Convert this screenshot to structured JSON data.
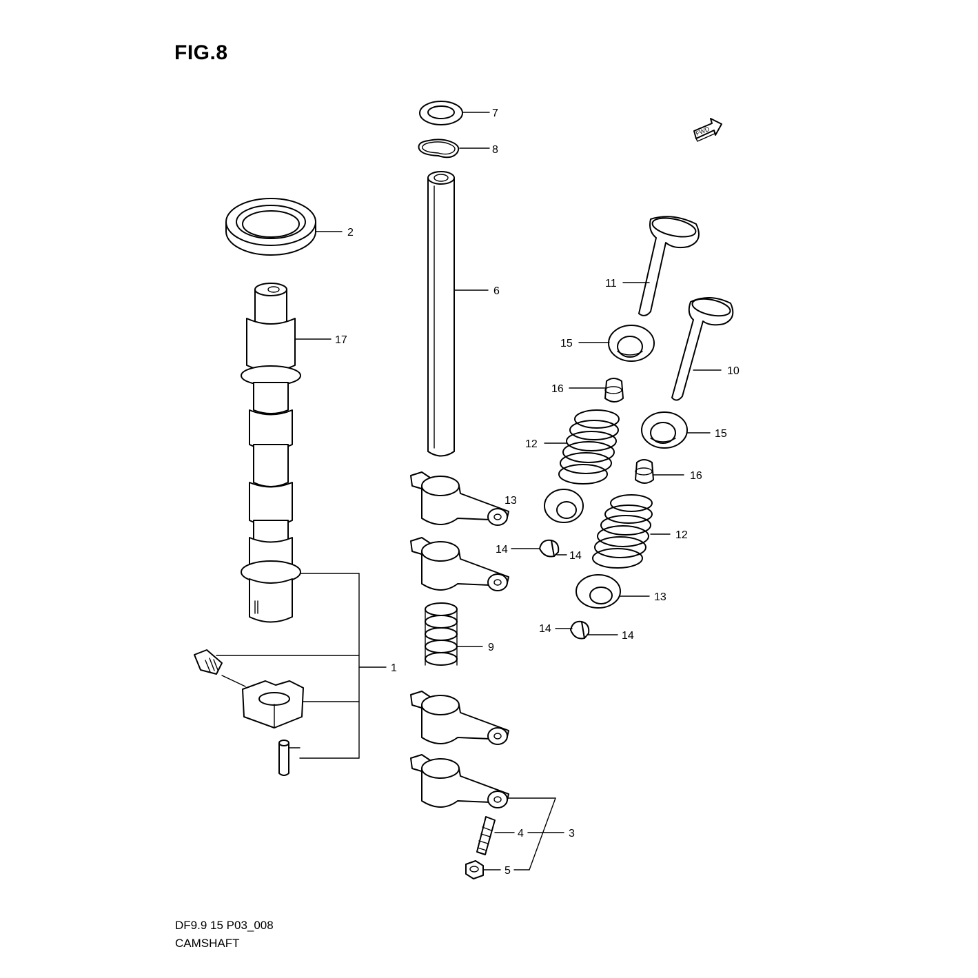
{
  "figure": {
    "title": "FIG.8",
    "code": "DF9.9 15 P03_008",
    "name": "CAMSHAFT",
    "fwd": "FWD"
  },
  "callouts": [
    {
      "id": "c-1",
      "text": "1"
    },
    {
      "id": "c-2",
      "text": "2"
    },
    {
      "id": "c-3",
      "text": "3"
    },
    {
      "id": "c-4",
      "text": "4"
    },
    {
      "id": "c-5",
      "text": "5"
    },
    {
      "id": "c-6",
      "text": "6"
    },
    {
      "id": "c-7",
      "text": "7"
    },
    {
      "id": "c-8",
      "text": "8"
    },
    {
      "id": "c-9",
      "text": "9"
    },
    {
      "id": "c-10",
      "text": "10"
    },
    {
      "id": "c-11",
      "text": "11"
    },
    {
      "id": "c-12a",
      "text": "12"
    },
    {
      "id": "c-12b",
      "text": "12"
    },
    {
      "id": "c-13a",
      "text": "13"
    },
    {
      "id": "c-13b",
      "text": "13"
    },
    {
      "id": "c-14a",
      "text": "14"
    },
    {
      "id": "c-14b",
      "text": "14"
    },
    {
      "id": "c-14c",
      "text": "14"
    },
    {
      "id": "c-14d",
      "text": "14"
    },
    {
      "id": "c-15a",
      "text": "15"
    },
    {
      "id": "c-15b",
      "text": "15"
    },
    {
      "id": "c-16a",
      "text": "16"
    },
    {
      "id": "c-16b",
      "text": "16"
    },
    {
      "id": "c-17",
      "text": "17"
    }
  ]
}
